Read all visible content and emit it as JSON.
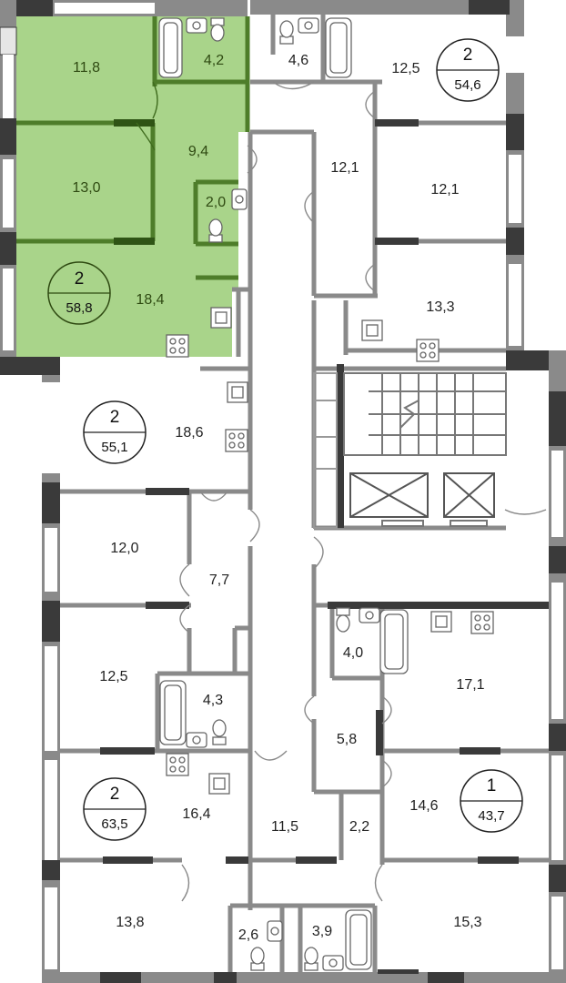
{
  "apartments": [
    {
      "id": "a1",
      "rooms": "2",
      "area": "58,8",
      "highlighted": true
    },
    {
      "id": "a2",
      "rooms": "2",
      "area": "54,6",
      "highlighted": false
    },
    {
      "id": "a3",
      "rooms": "2",
      "area": "55,1",
      "highlighted": false
    },
    {
      "id": "a4",
      "rooms": "2",
      "area": "63,5",
      "highlighted": false
    },
    {
      "id": "a5",
      "rooms": "1",
      "area": "43,7",
      "highlighted": false
    }
  ],
  "rooms": [
    {
      "id": "r01",
      "area": "11,8"
    },
    {
      "id": "r02",
      "area": "4,2"
    },
    {
      "id": "r03",
      "area": "13,0"
    },
    {
      "id": "r04",
      "area": "9,4"
    },
    {
      "id": "r05",
      "area": "2,0"
    },
    {
      "id": "r06",
      "area": "18,4"
    },
    {
      "id": "r07",
      "area": "4,6"
    },
    {
      "id": "r08",
      "area": "12,5"
    },
    {
      "id": "r09",
      "area": "12,1"
    },
    {
      "id": "r10",
      "area": "12,1"
    },
    {
      "id": "r11",
      "area": "13,3"
    },
    {
      "id": "r12",
      "area": "18,6"
    },
    {
      "id": "r13",
      "area": "12,0"
    },
    {
      "id": "r14",
      "area": "7,7"
    },
    {
      "id": "r15",
      "area": "12,5"
    },
    {
      "id": "r16",
      "area": "4,3"
    },
    {
      "id": "r17",
      "area": "16,4"
    },
    {
      "id": "r18",
      "area": "11,5"
    },
    {
      "id": "r19",
      "area": "4,0"
    },
    {
      "id": "r20",
      "area": "17,1"
    },
    {
      "id": "r21",
      "area": "5,8"
    },
    {
      "id": "r22",
      "area": "2,2"
    },
    {
      "id": "r23",
      "area": "14,6"
    },
    {
      "id": "r24",
      "area": "13,8"
    },
    {
      "id": "r25",
      "area": "2,6"
    },
    {
      "id": "r26",
      "area": "3,9"
    },
    {
      "id": "r27",
      "area": "15,3"
    }
  ],
  "colors": {
    "highlight_fill": "#a9d48a",
    "highlight_wall": "#4e7d2a",
    "wall": "#777777",
    "window": "#3a3a3a"
  }
}
